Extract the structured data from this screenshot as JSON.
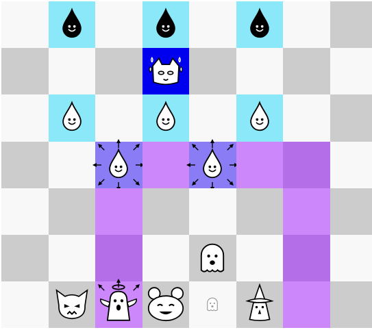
{
  "board": {
    "columns": 8,
    "rows": 7,
    "colors": {
      "light": "#f8f8f8",
      "dark": "#cccccc",
      "cyan": "#8ae8f8",
      "blue": "#0000ee",
      "violet": "#8a7cf4",
      "purple": "#cc88fa",
      "deep_purple": "#b36ee8"
    },
    "highlights": [
      {
        "row": 0,
        "col": 1,
        "color": "cyan"
      },
      {
        "row": 0,
        "col": 3,
        "color": "cyan"
      },
      {
        "row": 0,
        "col": 5,
        "color": "cyan"
      },
      {
        "row": 1,
        "col": 3,
        "color": "blue"
      },
      {
        "row": 2,
        "col": 1,
        "color": "cyan"
      },
      {
        "row": 2,
        "col": 3,
        "color": "cyan"
      },
      {
        "row": 2,
        "col": 5,
        "color": "cyan"
      },
      {
        "row": 3,
        "col": 2,
        "color": "violet"
      },
      {
        "row": 3,
        "col": 3,
        "color": "purple"
      },
      {
        "row": 3,
        "col": 4,
        "color": "violet"
      },
      {
        "row": 3,
        "col": 5,
        "color": "purple"
      },
      {
        "row": 3,
        "col": 6,
        "color": "deep_purple"
      },
      {
        "row": 4,
        "col": 2,
        "color": "purple"
      },
      {
        "row": 4,
        "col": 6,
        "color": "purple"
      },
      {
        "row": 5,
        "col": 2,
        "color": "deep_purple"
      },
      {
        "row": 5,
        "col": 6,
        "color": "deep_purple"
      },
      {
        "row": 6,
        "col": 2,
        "color": "purple"
      },
      {
        "row": 6,
        "col": 6,
        "color": "purple"
      }
    ],
    "pieces": [
      {
        "row": 0,
        "col": 1,
        "type": "drop",
        "theme": "dark"
      },
      {
        "row": 0,
        "col": 3,
        "type": "drop",
        "theme": "dark"
      },
      {
        "row": 0,
        "col": 5,
        "type": "drop",
        "theme": "dark"
      },
      {
        "row": 1,
        "col": 3,
        "type": "cat",
        "theme": "light"
      },
      {
        "row": 2,
        "col": 1,
        "type": "drop",
        "theme": "light"
      },
      {
        "row": 2,
        "col": 3,
        "type": "drop",
        "theme": "light"
      },
      {
        "row": 2,
        "col": 5,
        "type": "drop",
        "theme": "light"
      },
      {
        "row": 3,
        "col": 2,
        "type": "drop",
        "theme": "light"
      },
      {
        "row": 3,
        "col": 4,
        "type": "drop",
        "theme": "light"
      },
      {
        "row": 5,
        "col": 4,
        "type": "ghost",
        "theme": "light"
      },
      {
        "row": 6,
        "col": 1,
        "type": "devil",
        "theme": "light"
      },
      {
        "row": 6,
        "col": 2,
        "type": "angel",
        "theme": "light"
      },
      {
        "row": 6,
        "col": 3,
        "type": "bear",
        "theme": "light"
      },
      {
        "row": 6,
        "col": 4,
        "type": "small-ghost",
        "theme": "light"
      },
      {
        "row": 6,
        "col": 5,
        "type": "wizard",
        "theme": "light"
      }
    ],
    "move_arrows": [
      {
        "row": 3,
        "col": 2,
        "directions": [
          "up",
          "down",
          "left",
          "right",
          "up-left",
          "up-right",
          "down-left",
          "down-right"
        ]
      },
      {
        "row": 3,
        "col": 4,
        "directions": [
          "up",
          "down",
          "left",
          "right",
          "up-left",
          "up-right",
          "down-left",
          "down-right"
        ]
      },
      {
        "row": 6,
        "col": 2,
        "directions": [
          "up",
          "up-left",
          "up-right"
        ]
      }
    ]
  }
}
